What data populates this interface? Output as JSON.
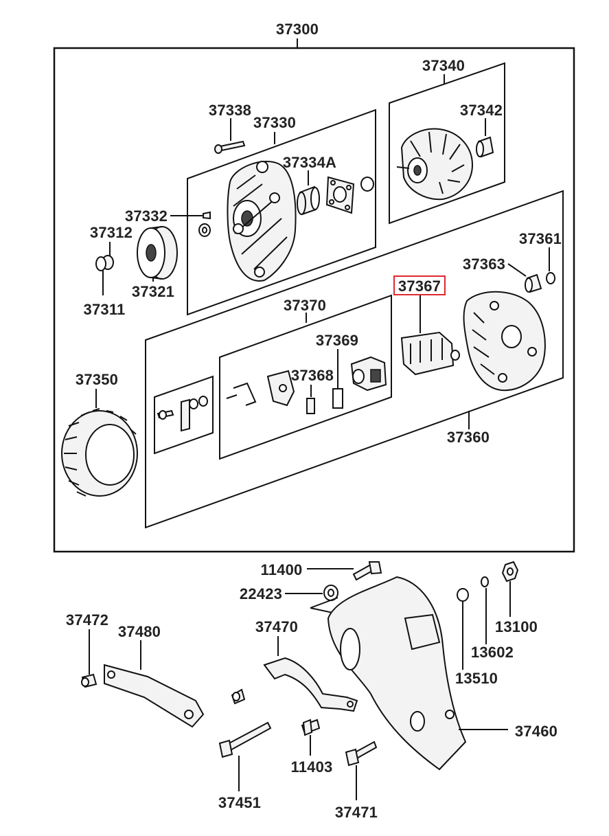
{
  "colors": {
    "line": "#111111",
    "text": "#222222",
    "highlight": "#e0282e",
    "background": "#ffffff"
  },
  "highlighted_part": "37367",
  "labels": {
    "p37300": "37300",
    "p37340": "37340",
    "p37338": "37338",
    "p37330": "37330",
    "p37342": "37342",
    "p37334A": "37334A",
    "p37332": "37332",
    "p37312": "37312",
    "p37361": "37361",
    "p37363": "37363",
    "p37311": "37311",
    "p37321": "37321",
    "p37367": "37367",
    "p37370": "37370",
    "p37369": "37369",
    "p37368": "37368",
    "p37350": "37350",
    "p37360": "37360",
    "p11400": "11400",
    "p22423": "22423",
    "p13100": "13100",
    "p37472": "37472",
    "p37480": "37480",
    "p37470": "37470",
    "p13602": "13602",
    "p13510": "13510",
    "p37460": "37460",
    "p11403": "11403",
    "p37451": "37451",
    "p37471": "37471"
  }
}
